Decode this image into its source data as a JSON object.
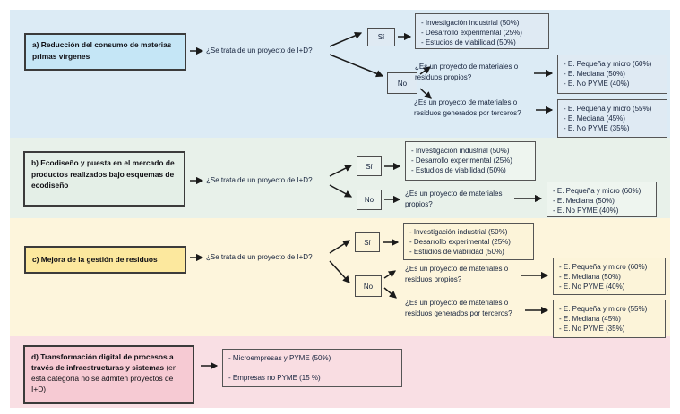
{
  "colors": {
    "band_a": "#dcebf5",
    "box_a": "#c5e6f6",
    "band_b": "#e8f1ea",
    "box_b": "#e4efe7",
    "band_c": "#fdf5dc",
    "box_c": "#fce89e",
    "band_d": "#f9dfe4",
    "box_d": "#f6cad3",
    "line": "#1a1a1a"
  },
  "sections": [
    {
      "label": "a) Reducción del consumo de materias primas vírgenes",
      "q_main": "¿Se trata de un proyecto de I+D?",
      "yes": "Sí",
      "no": "No",
      "rd": "- Investigación industrial (50%)\n- Desarrollo experimental (25%)\n- Estudios de viabilidad (50%)",
      "q_own": "¿Es un proyecto de materiales o residuos propios?",
      "own": "- E. Pequeña y micro (60%)\n- E. Mediana (50%)\n- E. No PYME (40%)",
      "q_third": "¿Es un proyecto de materiales o residuos generados por terceros?",
      "third": "- E. Pequeña y micro (55%)\n- E. Mediana (45%)\n- E. No PYME (35%)"
    },
    {
      "label": "b) Ecodiseño y puesta en el mercado de productos realizados bajo esquemas de ecodiseño",
      "q_main": "¿Se trata de un proyecto de I+D?",
      "yes": "Sí",
      "no": "No",
      "rd": "- Investigación industrial (50%)\n- Desarrollo experimental (25%)\n- Estudios de viabilidad (50%)",
      "q_own": "¿Es un proyecto de materiales propios?",
      "own": "- E. Pequeña y micro (60%)\n- E. Mediana (50%)\n- E. No PYME (40%)"
    },
    {
      "label": "c) Mejora de la gestión de residuos",
      "q_main": "¿Se trata de un proyecto de I+D?",
      "yes": "Sí",
      "no": "No",
      "rd": "- Investigación industrial (50%)\n- Desarrollo experimental (25%)\n- Estudios de viabilidad (50%)",
      "q_own": "¿Es un proyecto de materiales o residuos propios?",
      "own": "- E. Pequeña y micro (60%)\n- E. Mediana (50%)\n- E. No PYME (40%)",
      "q_third": "¿Es un proyecto de materiales o residuos generados por terceros?",
      "third": "- E. Pequeña y micro (55%)\n- E. Mediana (45%)\n- E. No PYME (35%)"
    },
    {
      "label_bold": "d) Transformación digital de procesos a través de infraestructuras y sistemas",
      "label_note": " (en esta categoría no se admiten proyectos de I+D)",
      "aids": "- Microempresas y PYME (50%)\n\n- Empresas no PYME (15 %)"
    }
  ]
}
